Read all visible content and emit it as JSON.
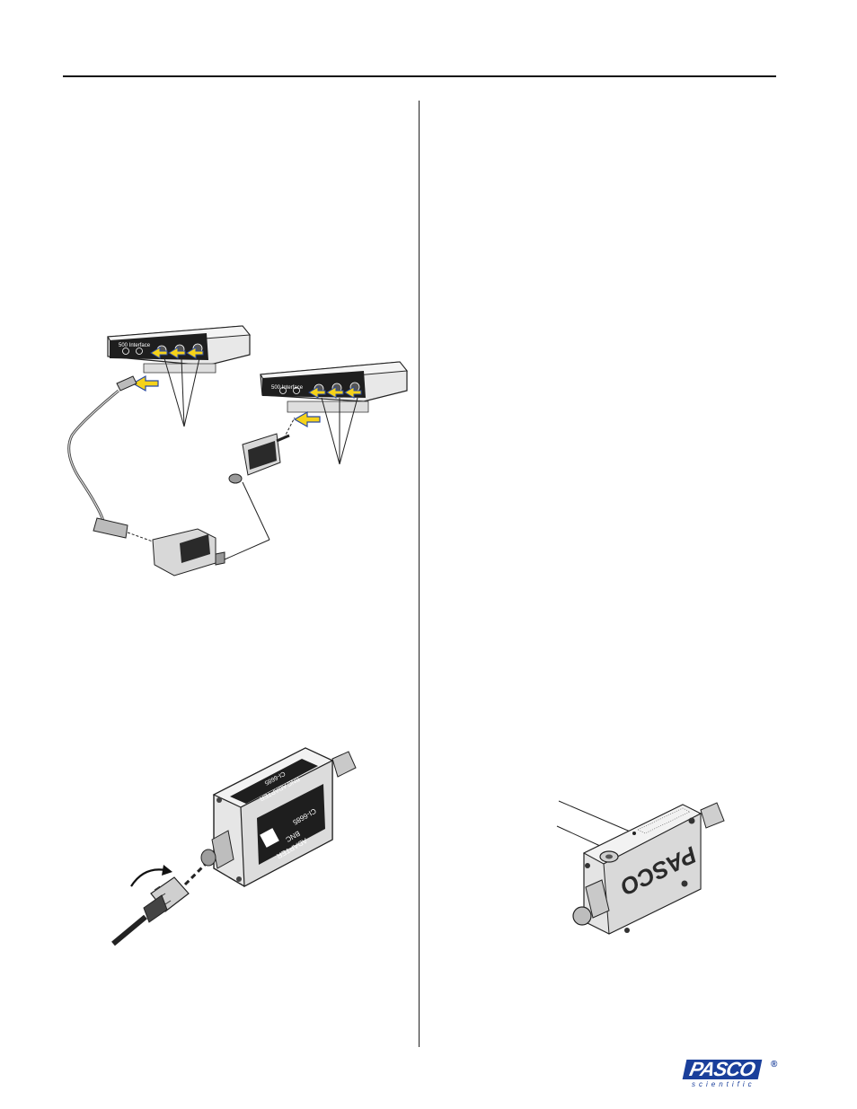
{
  "figures": {
    "setup": {
      "interface_label": "500 Interface"
    },
    "bnc_connect": {
      "adapter_model": "CI-6685",
      "adapter_name_line1": "BNC",
      "adapter_name_line2": "ADAPTER",
      "adapter_top_label_1": "CI-6685",
      "adapter_top_label_2": "BNC ADAPTER"
    },
    "bnc_adapter": {
      "brand_text": "PASCO"
    }
  },
  "footer": {
    "logo_word": "PASCO",
    "logo_reg": "®",
    "logo_sub": "scientific"
  }
}
